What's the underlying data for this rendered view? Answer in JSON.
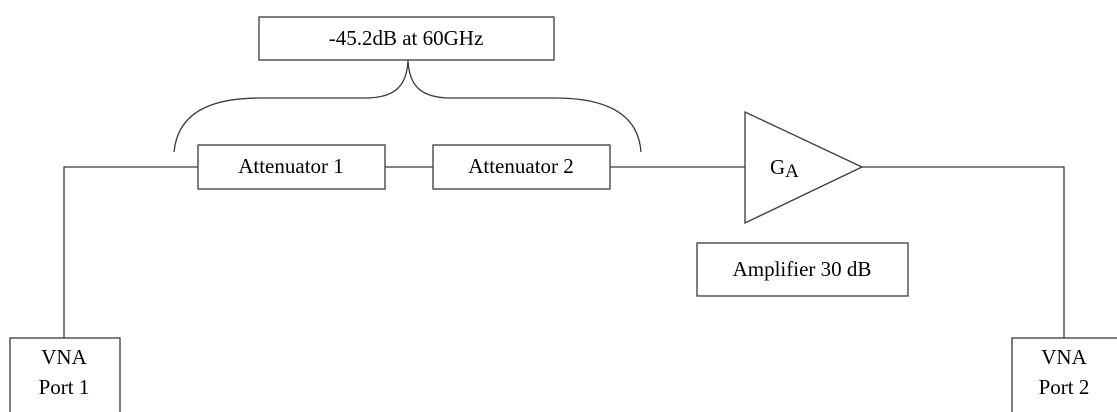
{
  "loss_annotation": "-45.2dB at 60GHz",
  "attenuators": [
    {
      "label": "Attenuator 1"
    },
    {
      "label": "Attenuator 2"
    }
  ],
  "amplifier": {
    "symbol_main": "G",
    "symbol_sub": "A",
    "label": "Amplifier 30 dB"
  },
  "ports": [
    {
      "line1": "VNA",
      "line2": "Port 1"
    },
    {
      "line1": "VNA",
      "line2": "Port 2"
    }
  ]
}
